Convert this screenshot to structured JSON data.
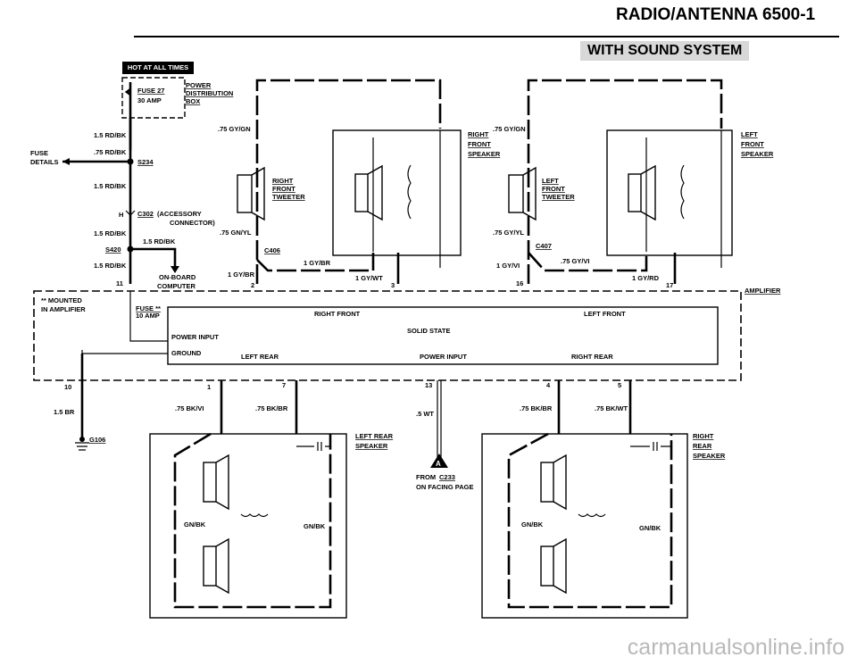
{
  "header": {
    "title": "RADIO/ANTENNA 6500-1",
    "subtitle": "WITH SOUND SYSTEM",
    "hot_banner": "HOT AT ALL TIMES"
  },
  "power": {
    "fuse": "FUSE 27",
    "fuse_amp": "30 AMP",
    "distribution_l1": "POWER",
    "distribution_l2": "DISTRIBUTION",
    "distribution_l3": "BOX",
    "fuse_details_l1": "FUSE",
    "fuse_details_l2": "DETAILS",
    "splice": "S234",
    "splice2": "S420",
    "connector": "C302",
    "connector_pin": "H",
    "connector_desc_l1": "(ACCESSORY",
    "connector_desc_l2": "CONNECTOR)",
    "onboard_l1": "ON-BOARD",
    "onboard_l2": "COMPUTER"
  },
  "wires": {
    "rd_bk_15": "1.5 RD/BK",
    "rd_bk_075": ".75 RD/BK",
    "gy_gn": ".75 GY/GN",
    "gn_yl": ".75 GN/YL",
    "gy_yl": ".75 GY/YL",
    "gy_br": "1 GY/BR",
    "gy_wt": "1 GY/WT",
    "gy_vi": "1 GY/VI",
    "gy_vi_075": ".75 GY/VI",
    "gy_rd": "1 GY/RD",
    "bk_vi": ".75 BK/VI",
    "bk_br": ".75 BK/BR",
    "bk_wt": ".75 BK/WT",
    "wt": ".5 WT",
    "br": "1.5 BR",
    "gn_bk": "GN/BK"
  },
  "connectors": {
    "c406": "C406",
    "c407": "C407",
    "ground": "G106",
    "c233_from": "FROM",
    "c233": "C233",
    "c233_page": "ON FACING PAGE",
    "badge": "A"
  },
  "pins": [
    "11",
    "2",
    "3",
    "16",
    "17",
    "10",
    "1",
    "7",
    "13",
    "4",
    "5"
  ],
  "amplifier": {
    "label": "AMPLIFIER",
    "mounted_l1": "** MOUNTED",
    "mounted_l2": "IN AMPLIFIER",
    "fuse": "FUSE **",
    "fuse_amp": "10 AMP",
    "right_front": "RIGHT FRONT",
    "left_front": "LEFT FRONT",
    "solid_state": "SOLID STATE",
    "power_input": "POWER INPUT",
    "ground": "GROUND",
    "left_rear": "LEFT REAR",
    "power_input2": "POWER INPUT",
    "right_rear": "RIGHT REAR"
  },
  "speakers": {
    "rf_tweeter": [
      "RIGHT",
      "FRONT",
      "TWEETER"
    ],
    "lf_tweeter": [
      "LEFT",
      "FRONT",
      "TWEETER"
    ],
    "rf_speaker": [
      "RIGHT",
      "FRONT",
      "SPEAKER"
    ],
    "lf_speaker": [
      "LEFT",
      "FRONT",
      "SPEAKER"
    ],
    "lr_speaker": [
      "LEFT REAR",
      "SPEAKER"
    ],
    "rr_speaker": [
      "RIGHT",
      "REAR",
      "SPEAKER"
    ]
  },
  "watermark": "carmanualsonline.info"
}
